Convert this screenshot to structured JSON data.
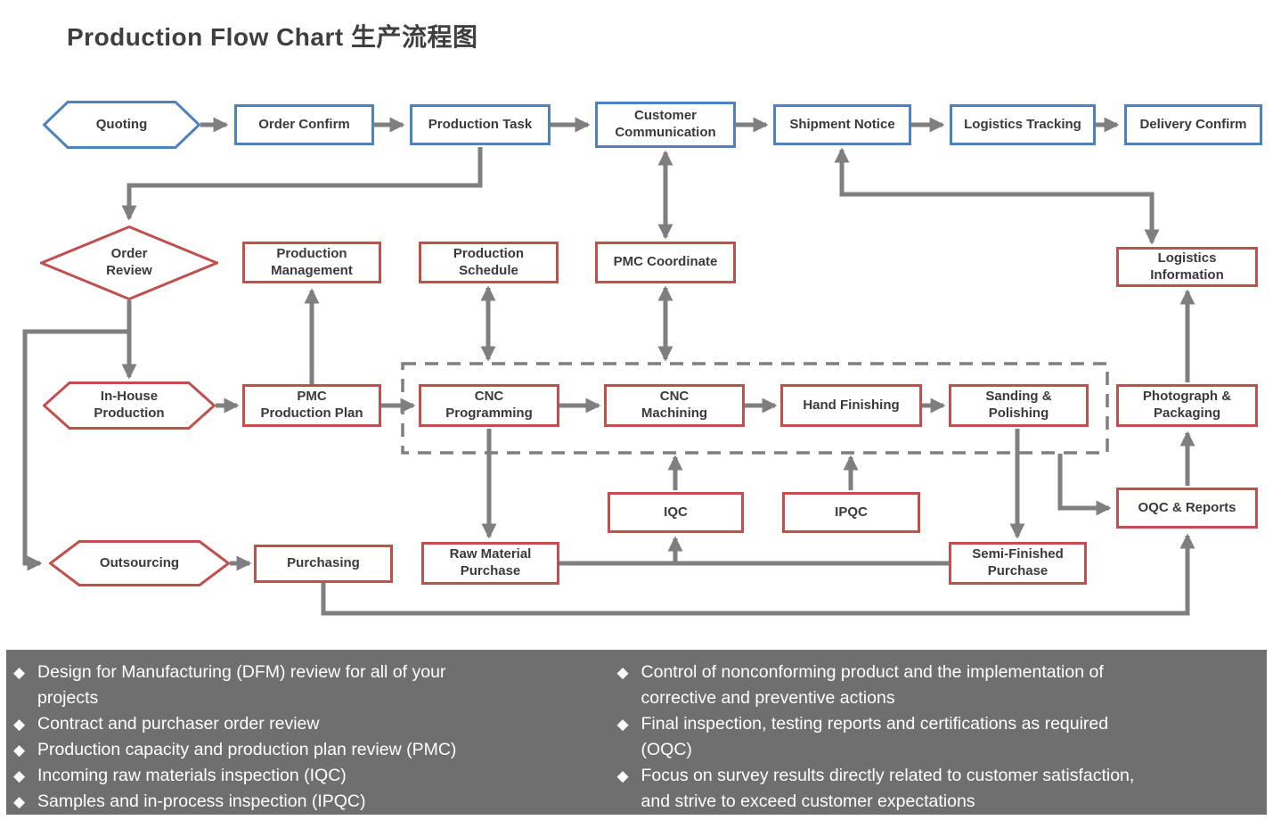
{
  "title": "Production Flow Chart 生产流程图",
  "colors": {
    "blue_border": "#4f81bd",
    "red_border": "#c0504d",
    "connector_gray": "#7f7f7f",
    "panel_background": "#6f6f6f",
    "node_text": "#3a3a3a",
    "title_text": "#3f3f3f"
  },
  "nodes": {
    "quoting": "Quoting",
    "order_confirm": "Order Confirm",
    "production_task": "Production Task",
    "customer_communication": "Customer\nCommunication",
    "shipment_notice": "Shipment Notice",
    "logistics_tracking": "Logistics Tracking",
    "delivery_confirm": "Delivery Confirm",
    "order_review": "Order\nReview",
    "production_management": "Production\nManagement",
    "production_schedule": "Production\nSchedule",
    "pmc_coordinate": "PMC Coordinate",
    "logistics_information": "Logistics\nInformation",
    "inhouse_production": "In-House\nProduction",
    "pmc_production_plan": "PMC\nProduction Plan",
    "cnc_programming": "CNC\nProgramming",
    "cnc_machining": "CNC\nMachining",
    "hand_finishing": "Hand Finishing",
    "sanding_polishing": "Sanding &\nPolishing",
    "photograph_packaging": "Photograph &\nPackaging",
    "iqc": "IQC",
    "ipqc": "IPQC",
    "oqc_reports": "OQC & Reports",
    "outsourcing": "Outsourcing",
    "purchasing": "Purchasing",
    "raw_material_purchase": "Raw Material\nPurchase",
    "semi_finished_purchase": "Semi-Finished\nPurchase"
  },
  "bullet_glyph": "◆",
  "notes_left": [
    "Design for Manufacturing (DFM) review for all of your\nprojects",
    "Contract and purchaser order review",
    "Production capacity and production plan review (PMC)",
    "Incoming raw materials inspection (IQC)",
    "Samples and in-process inspection (IPQC)"
  ],
  "notes_right": [
    "Control of nonconforming product and the implementation of\ncorrective and preventive actions",
    "Final inspection, testing reports and certifications as required\n(OQC)",
    "Focus on survey results directly related to customer satisfaction,\nand strive to exceed customer expectations"
  ]
}
